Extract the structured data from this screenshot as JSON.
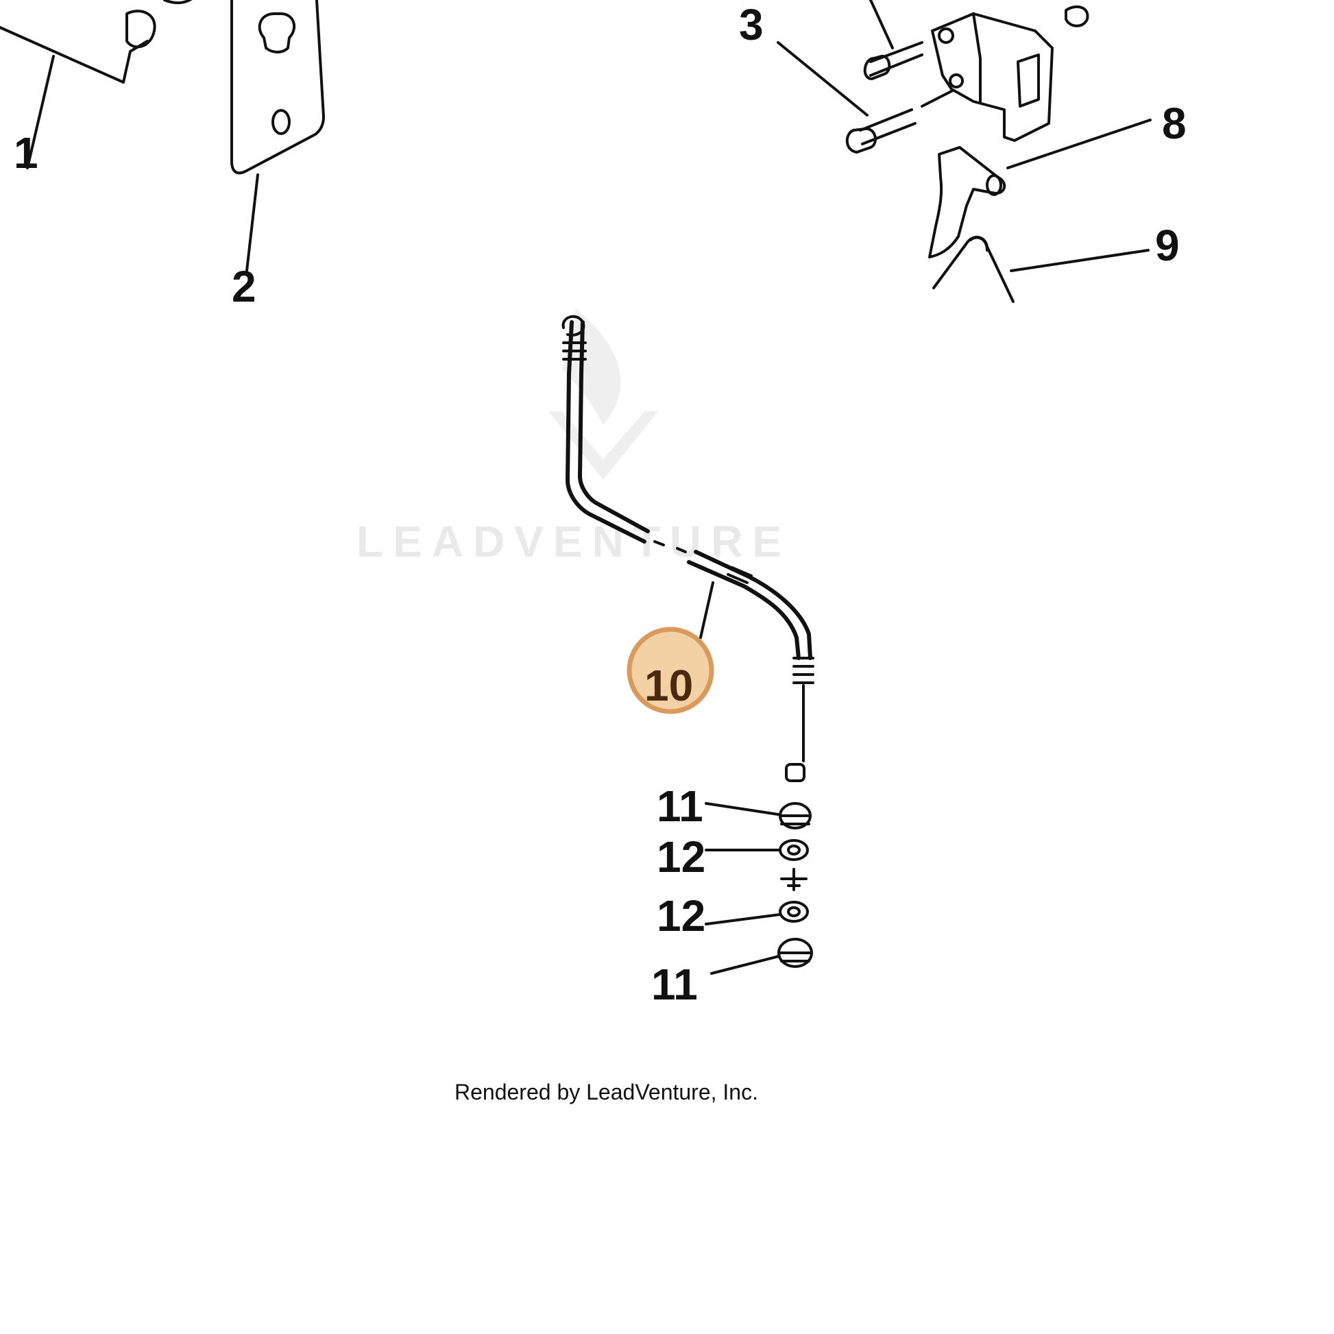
{
  "diagram": {
    "watermark": "LEADVENTURE",
    "credit": "Rendered by LeadVenture, Inc.",
    "highlight_color": "#d4893f",
    "highlight_fill": "#f3c896",
    "callouts": [
      {
        "id": "1",
        "label": "1"
      },
      {
        "id": "2",
        "label": "2"
      },
      {
        "id": "3",
        "label": "3"
      },
      {
        "id": "8",
        "label": "8"
      },
      {
        "id": "9",
        "label": "9"
      },
      {
        "id": "10",
        "label": "10",
        "highlighted": true
      },
      {
        "id": "11a",
        "label": "11"
      },
      {
        "id": "12a",
        "label": "12"
      },
      {
        "id": "12b",
        "label": "12"
      },
      {
        "id": "11b",
        "label": "11"
      }
    ]
  }
}
